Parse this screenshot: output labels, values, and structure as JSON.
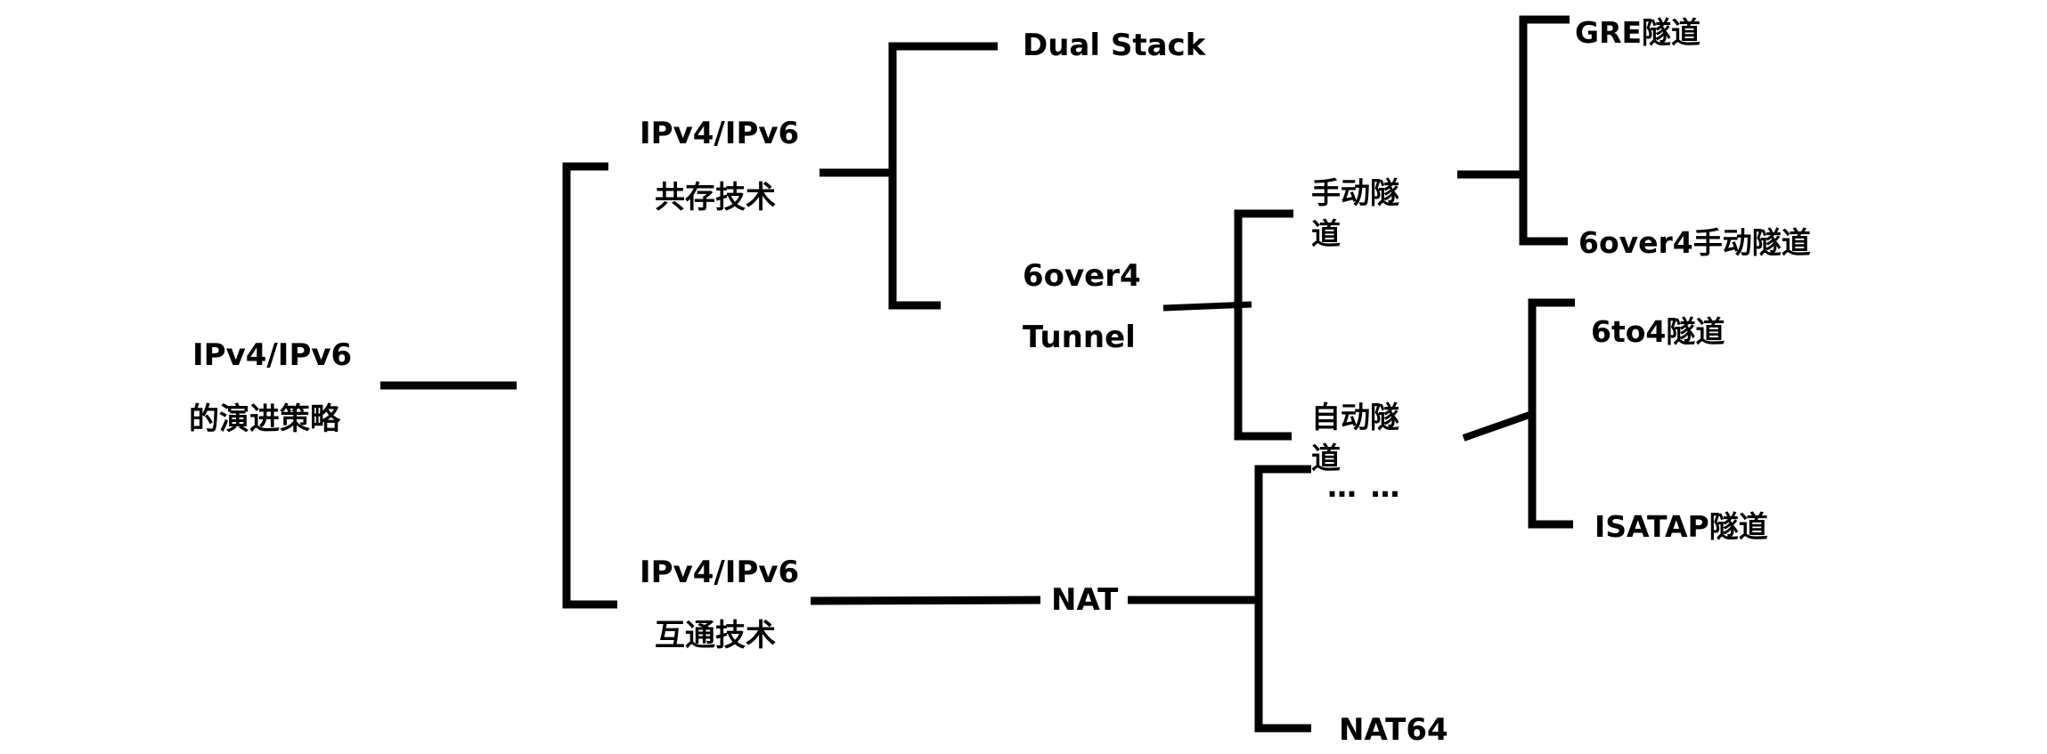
{
  "title": "IPv4/IPv6的演进策略",
  "colors": {
    "line": "#000000",
    "text": "#000000",
    "background": "#ffffff"
  },
  "nodes": {
    "root": {
      "line1": "IPv4/IPv6",
      "line2": "的演进策略"
    },
    "coexist": {
      "line1": "IPv4/IPv6",
      "line2": "共存技术"
    },
    "interop": {
      "line1": "IPv4/IPv6",
      "line2": "互通技术"
    },
    "dual_stack": {
      "label": "Dual Stack"
    },
    "tunnel": {
      "line1": "6over4",
      "line2": "Tunnel"
    },
    "manual_tunnel": {
      "line1": "手动隧",
      "line2": "道"
    },
    "auto_tunnel": {
      "line1": "自动隧",
      "line2": "道"
    },
    "ellipsis": {
      "label": "… …"
    },
    "gre": {
      "label": "GRE隧道"
    },
    "sixover4_manual": {
      "label": "6over4手动隧道"
    },
    "sixto4": {
      "label": "6to4隧道"
    },
    "isatap": {
      "label": "ISATAP隧道"
    },
    "nat": {
      "label": "NAT"
    },
    "nat64": {
      "label": "NAT64"
    }
  },
  "edges": [
    {
      "from": "root",
      "to": "coexist"
    },
    {
      "from": "root",
      "to": "interop"
    },
    {
      "from": "coexist",
      "to": "dual_stack"
    },
    {
      "from": "coexist",
      "to": "tunnel"
    },
    {
      "from": "tunnel",
      "to": "manual_tunnel"
    },
    {
      "from": "tunnel",
      "to": "auto_tunnel"
    },
    {
      "from": "manual_tunnel",
      "to": "gre"
    },
    {
      "from": "manual_tunnel",
      "to": "sixover4_manual"
    },
    {
      "from": "auto_tunnel",
      "to": "sixto4"
    },
    {
      "from": "auto_tunnel",
      "to": "isatap"
    },
    {
      "from": "interop",
      "to": "nat"
    },
    {
      "from": "nat",
      "to": "ellipsis"
    },
    {
      "from": "nat",
      "to": "nat64"
    }
  ]
}
